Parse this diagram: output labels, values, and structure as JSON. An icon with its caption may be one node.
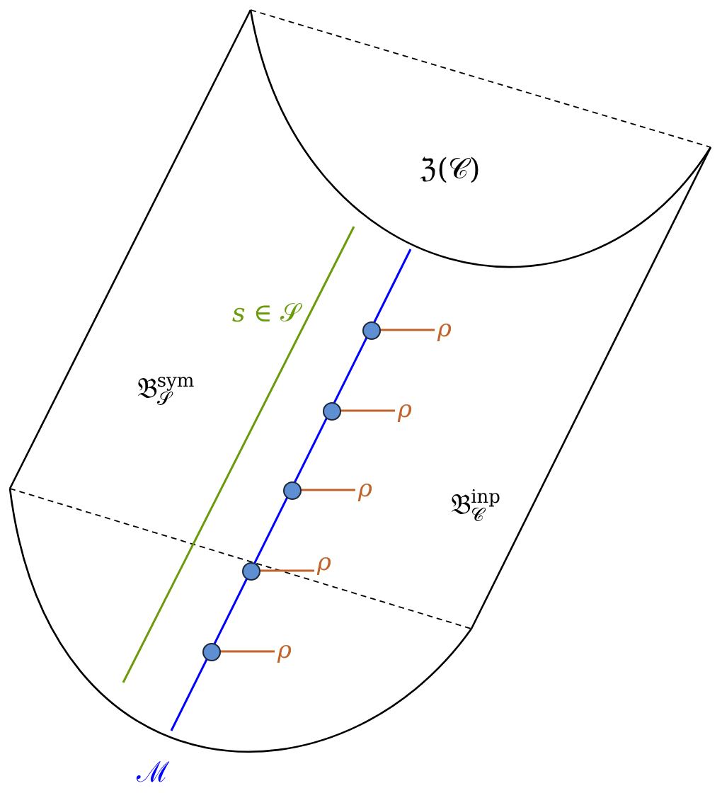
{
  "diagram": {
    "nodes": [
      {
        "text": [],
        "shape": "circle"
      },
      {
        "text": [
          "ρ"
        ]
      },
      {
        "text": [],
        "shape": "circle"
      },
      {
        "text": [
          "ρ"
        ]
      },
      {
        "text": [],
        "shape": "circle"
      },
      {
        "text": [
          "ρ"
        ]
      },
      {
        "text": [],
        "shape": "circle"
      },
      {
        "text": [
          "ρ"
        ]
      },
      {
        "text": [],
        "shape": "circle"
      },
      {
        "text": [
          "ρ"
        ]
      }
    ],
    "edges": [
      {
        "from": 1,
        "to": 0,
        "arrow": "none"
      },
      {
        "from": 3,
        "to": 2,
        "arrow": "none"
      },
      {
        "from": 5,
        "to": 4,
        "arrow": "none"
      },
      {
        "from": 7,
        "to": 6,
        "arrow": "none"
      },
      {
        "from": 9,
        "to": 8,
        "arrow": "none"
      }
    ],
    "labels": [
      "ℨ(𝒞)",
      "*s* ∈ 𝒮",
      "𝔅$_{𝒮}$$^{sym}$",
      "𝔅$_{𝒞}$$^{inp}$",
      "ℳ"
    ]
  }
}
